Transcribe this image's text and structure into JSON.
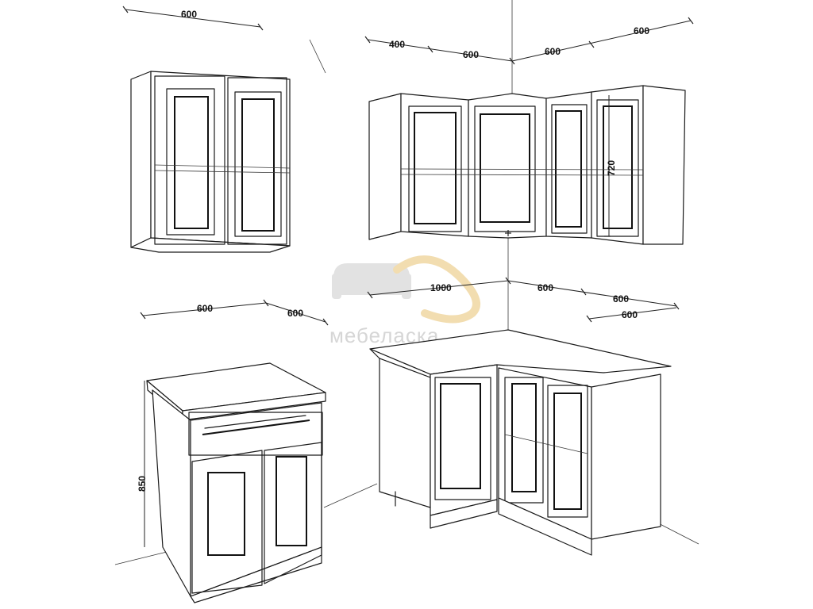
{
  "watermark": {
    "text": "мебеласка"
  },
  "dimensions": {
    "wall_single_width": "600",
    "wall_corner_left_return": "400",
    "wall_corner_left_width": "600",
    "wall_corner_right_width": "600",
    "wall_corner_right_return": "600",
    "wall_height": "720",
    "base_single_width": "600",
    "base_single_depth": "600",
    "base_corner_long": "1000",
    "base_corner_mid": "600",
    "base_corner_right": "600",
    "base_corner_depth": "600",
    "base_height": "850"
  }
}
